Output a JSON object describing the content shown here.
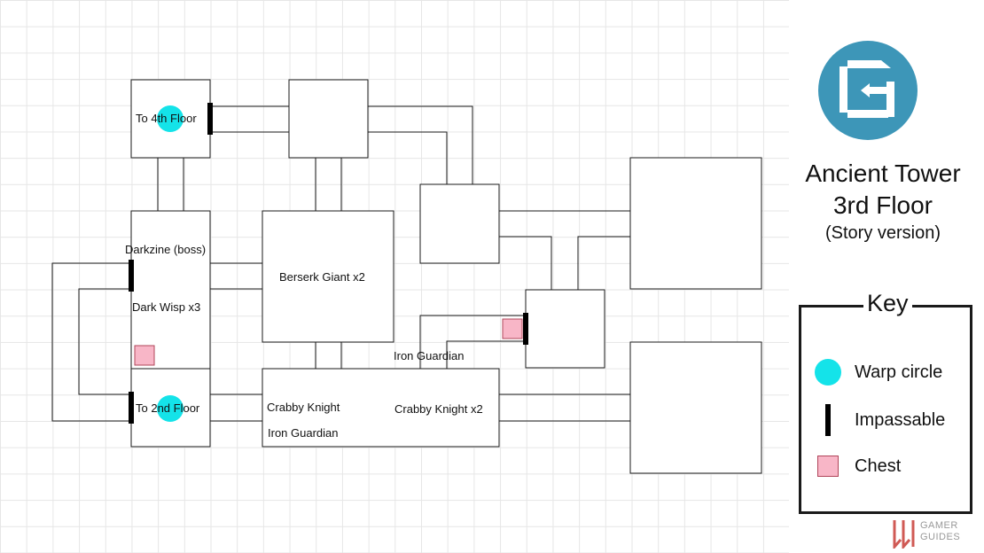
{
  "map": {
    "labels": {
      "to_4th_floor": "To 4th Floor",
      "to_2nd_floor": "To 2nd Floor",
      "darkzine": "Darkzine (boss)",
      "dark_wisp": "Dark Wisp x3",
      "berserk_giant": "Berserk Giant x2",
      "iron_guardian_top": "Iron Guardian",
      "crabby_knight": "Crabby Knight",
      "iron_guardian_bottom": "Iron Guardian",
      "crabby_knight_x2": "Crabby Knight x2"
    },
    "colors": {
      "warp": "#14e3e9",
      "impassable": "#000000",
      "chest_fill": "#f8b6c7",
      "chest_border": "#b0455a"
    }
  },
  "sidebar": {
    "title_line1": "Ancient Tower",
    "title_line2": "3rd Floor",
    "subtitle": "(Story version)",
    "logo_icon": "gamerguides-g-icon",
    "key": {
      "title": "Key",
      "items": [
        {
          "icon": "warp-circle-icon",
          "label": "Warp circle"
        },
        {
          "icon": "impassable-icon",
          "label": "Impassable"
        },
        {
          "icon": "chest-icon",
          "label": "Chest"
        }
      ]
    },
    "watermark": {
      "line1": "GAMER",
      "line2": "GUIDES"
    }
  }
}
